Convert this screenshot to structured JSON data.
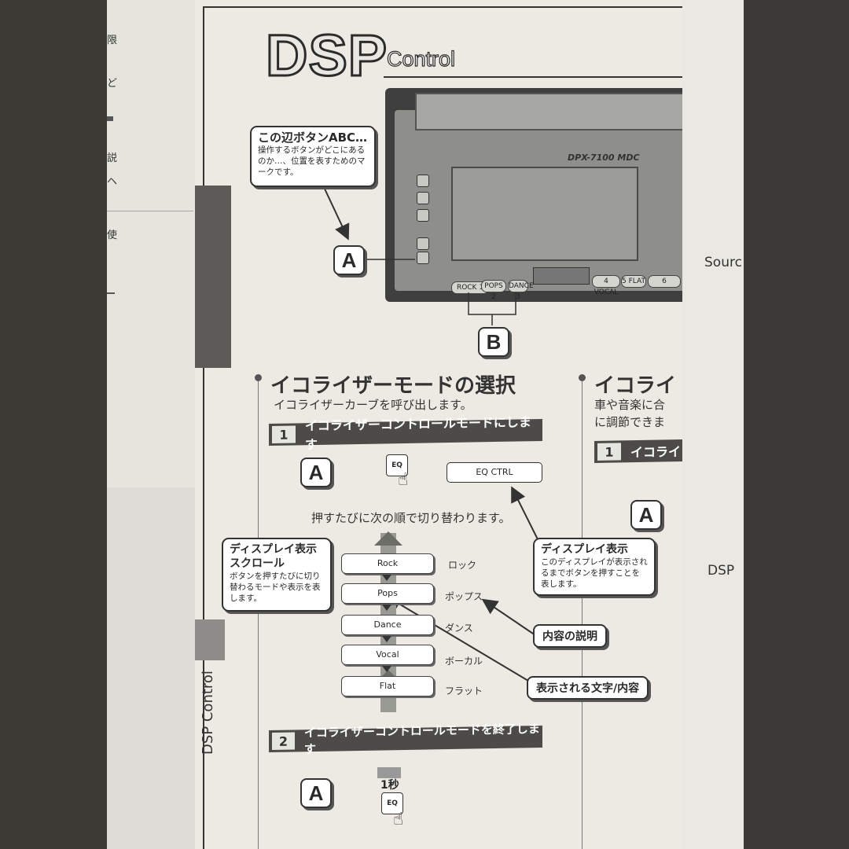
{
  "left_page": {
    "fragments": [
      "限",
      "ど",
      "説",
      "ヘ",
      "使"
    ]
  },
  "right_strip": {
    "fragments": [
      "Sourc",
      "DSP"
    ]
  },
  "title": {
    "main": "DSP",
    "sub": "Control"
  },
  "side_tab": {
    "label": "DSP Control"
  },
  "device": {
    "brand": "DPX-7100 MDC",
    "buttons": [
      "ROCK 1",
      "POPS 2",
      "DANCE 3",
      "4 VOCAL",
      "5 FLAT",
      "6"
    ]
  },
  "callout_abc": {
    "title": "この辺ボタンABC…",
    "body": "操作するボタンがどこにあるのか…、位置を表すためのマークです。"
  },
  "badges": {
    "a": "A",
    "b": "B"
  },
  "section_left": {
    "heading": "イコライザーモードの選択",
    "subheading": "イコライザーカーブを呼び出します。",
    "step1": {
      "num": "1",
      "label": "イコライザーコントロールモードにします"
    },
    "step2": {
      "num": "2",
      "label": "イコライザーコントロールモードを終了します"
    },
    "eq_button": "EQ",
    "lcd": "EQ CTRL",
    "switch_text": "押すたびに次の順で切り替わります。",
    "hold_label": "1秒",
    "modes": [
      {
        "en": "Rock",
        "jp": "ロック"
      },
      {
        "en": "Pops",
        "jp": "ポップス"
      },
      {
        "en": "Dance",
        "jp": "ダンス"
      },
      {
        "en": "Vocal",
        "jp": "ボーカル"
      },
      {
        "en": "Flat",
        "jp": "フラット"
      }
    ]
  },
  "callout_scroll": {
    "title": "ディスプレイ表示スクロール",
    "body": "ボタンを押すたびに切り替わるモードや表示を表します。"
  },
  "callout_display": {
    "title": "ディスプレイ表示",
    "body": "このディスプレイが表示されるまでボタンを押すことを表します。"
  },
  "label_content": "内容の説明",
  "label_text": "表示される文字/内容",
  "section_right": {
    "heading": "イコライ",
    "line1": "車や音楽に合",
    "line2": "に調節できま",
    "step1": {
      "num": "1",
      "label": "イコライ"
    }
  }
}
